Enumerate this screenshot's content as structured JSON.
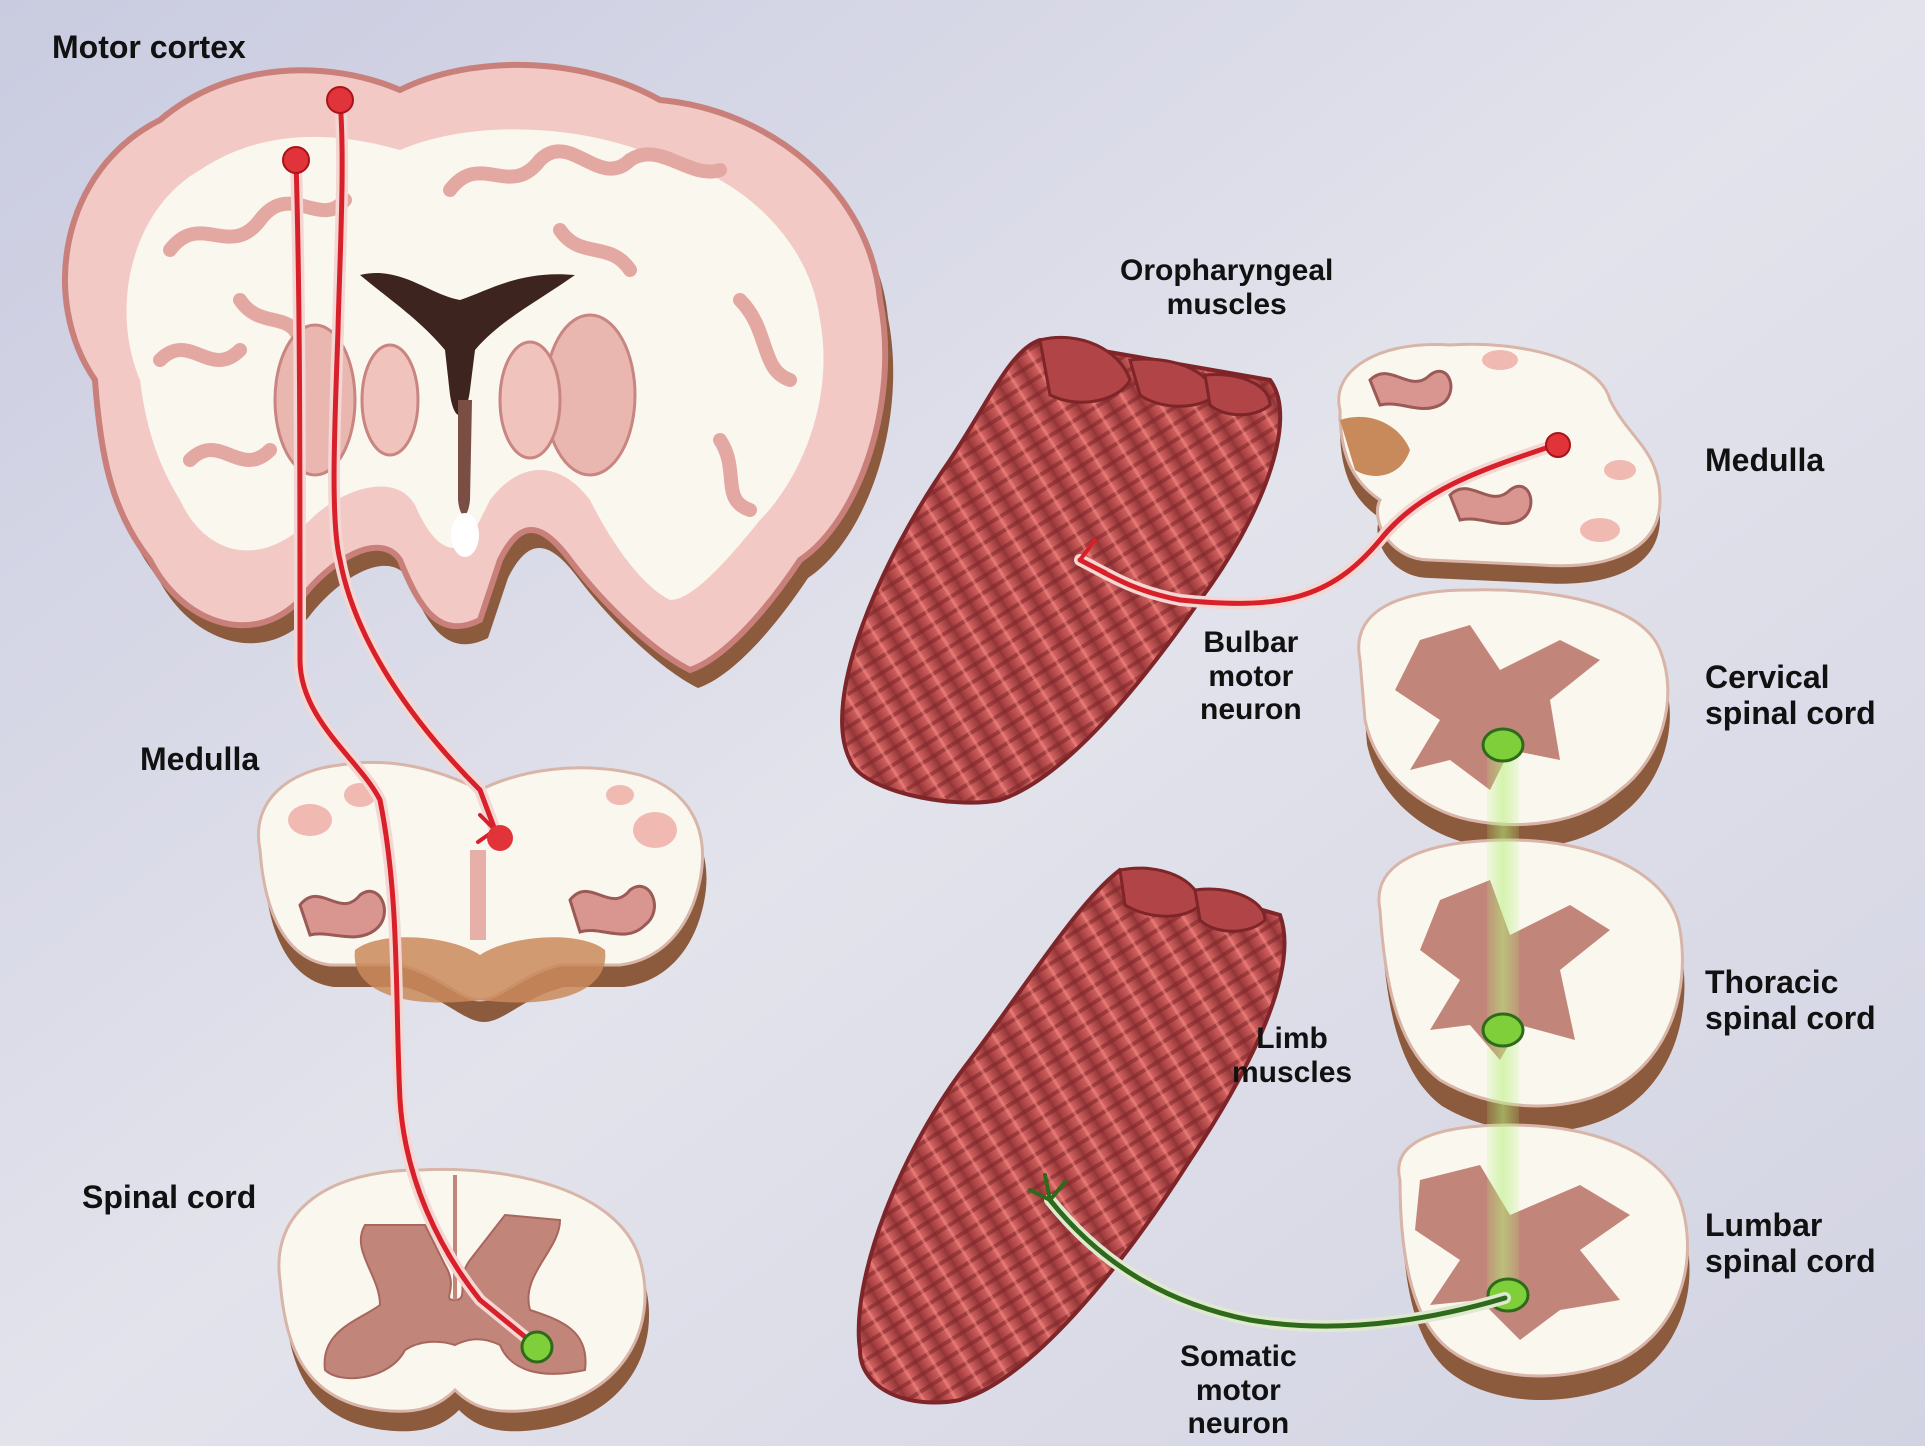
{
  "labels": {
    "motor_cortex": "Motor cortex",
    "medulla_left": "Medulla",
    "spinal_cord": "Spinal cord",
    "oropharyngeal_muscles": "Oropharyngeal\nmuscles",
    "medulla_right": "Medulla",
    "bulbar_motor_neuron": "Bulbar\nmotor\nneuron",
    "cervical_spinal_cord": "Cervical\nspinal cord",
    "limb_muscles": "Limb\nmuscles",
    "thoracic_spinal_cord": "Thoracic\nspinal cord",
    "lumbar_spinal_cord": "Lumbar\nspinal cord",
    "somatic_motor_neuron": "Somatic\nmotor\nneuron"
  },
  "colors": {
    "background": "#d9d9e6",
    "gray_matter_pink": "#f2c9c4",
    "cortex_outline": "#c97f7a",
    "white_matter": "#faf7ef",
    "section_side": "#a0704d",
    "upper_motor_neuron": "#d8202a",
    "lower_motor_neuron": "#2f6a1c",
    "lower_motor_neuron_body": "#7fcf3a",
    "muscle_fiber": "#c9504f",
    "ventricle": "#3d241e",
    "medulla_nucleus": "#c98a5b"
  }
}
